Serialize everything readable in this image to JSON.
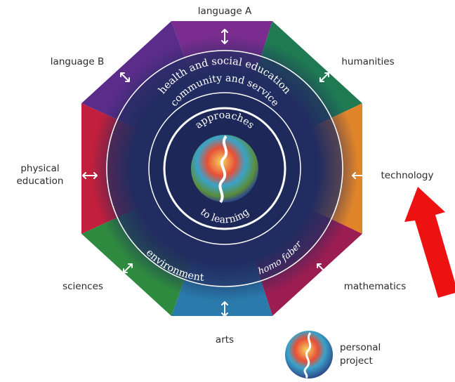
{
  "segments": [
    {
      "name": "language A",
      "color": "#7b2c8f"
    },
    {
      "name": "humanities",
      "color": "#1f7a52"
    },
    {
      "name": "technology",
      "color": "#e0842a"
    },
    {
      "name": "mathematics",
      "color": "#9b1d52"
    },
    {
      "name": "arts",
      "color": "#2a7bab"
    },
    {
      "name": "sciences",
      "color": "#2e8a3e"
    },
    {
      "name": "physical education",
      "color": "#c11f3c"
    },
    {
      "name": "language B",
      "color": "#5b2c8a"
    }
  ],
  "labels": {
    "language_a": "language A",
    "humanities": "humanities",
    "technology": "technology",
    "mathematics": "mathematics",
    "arts": "arts",
    "sciences": "sciences",
    "physical_education_line1": "physical",
    "physical_education_line2": "education",
    "language_b": "language B"
  },
  "rings": {
    "health": "health and social education",
    "community": "community and service",
    "approaches": "approaches",
    "to_learning": "to learning",
    "environment": "environment",
    "homo_faber": "homo faber"
  },
  "legend": {
    "line1": "personal",
    "line2": "project"
  },
  "colors": {
    "center": "#1e2a5a",
    "ring": "#2c3066",
    "highlight_arrow": "#ee1111"
  },
  "icons": [
    "double-arrow-icon",
    "globe-icon",
    "red-arrow-icon"
  ]
}
